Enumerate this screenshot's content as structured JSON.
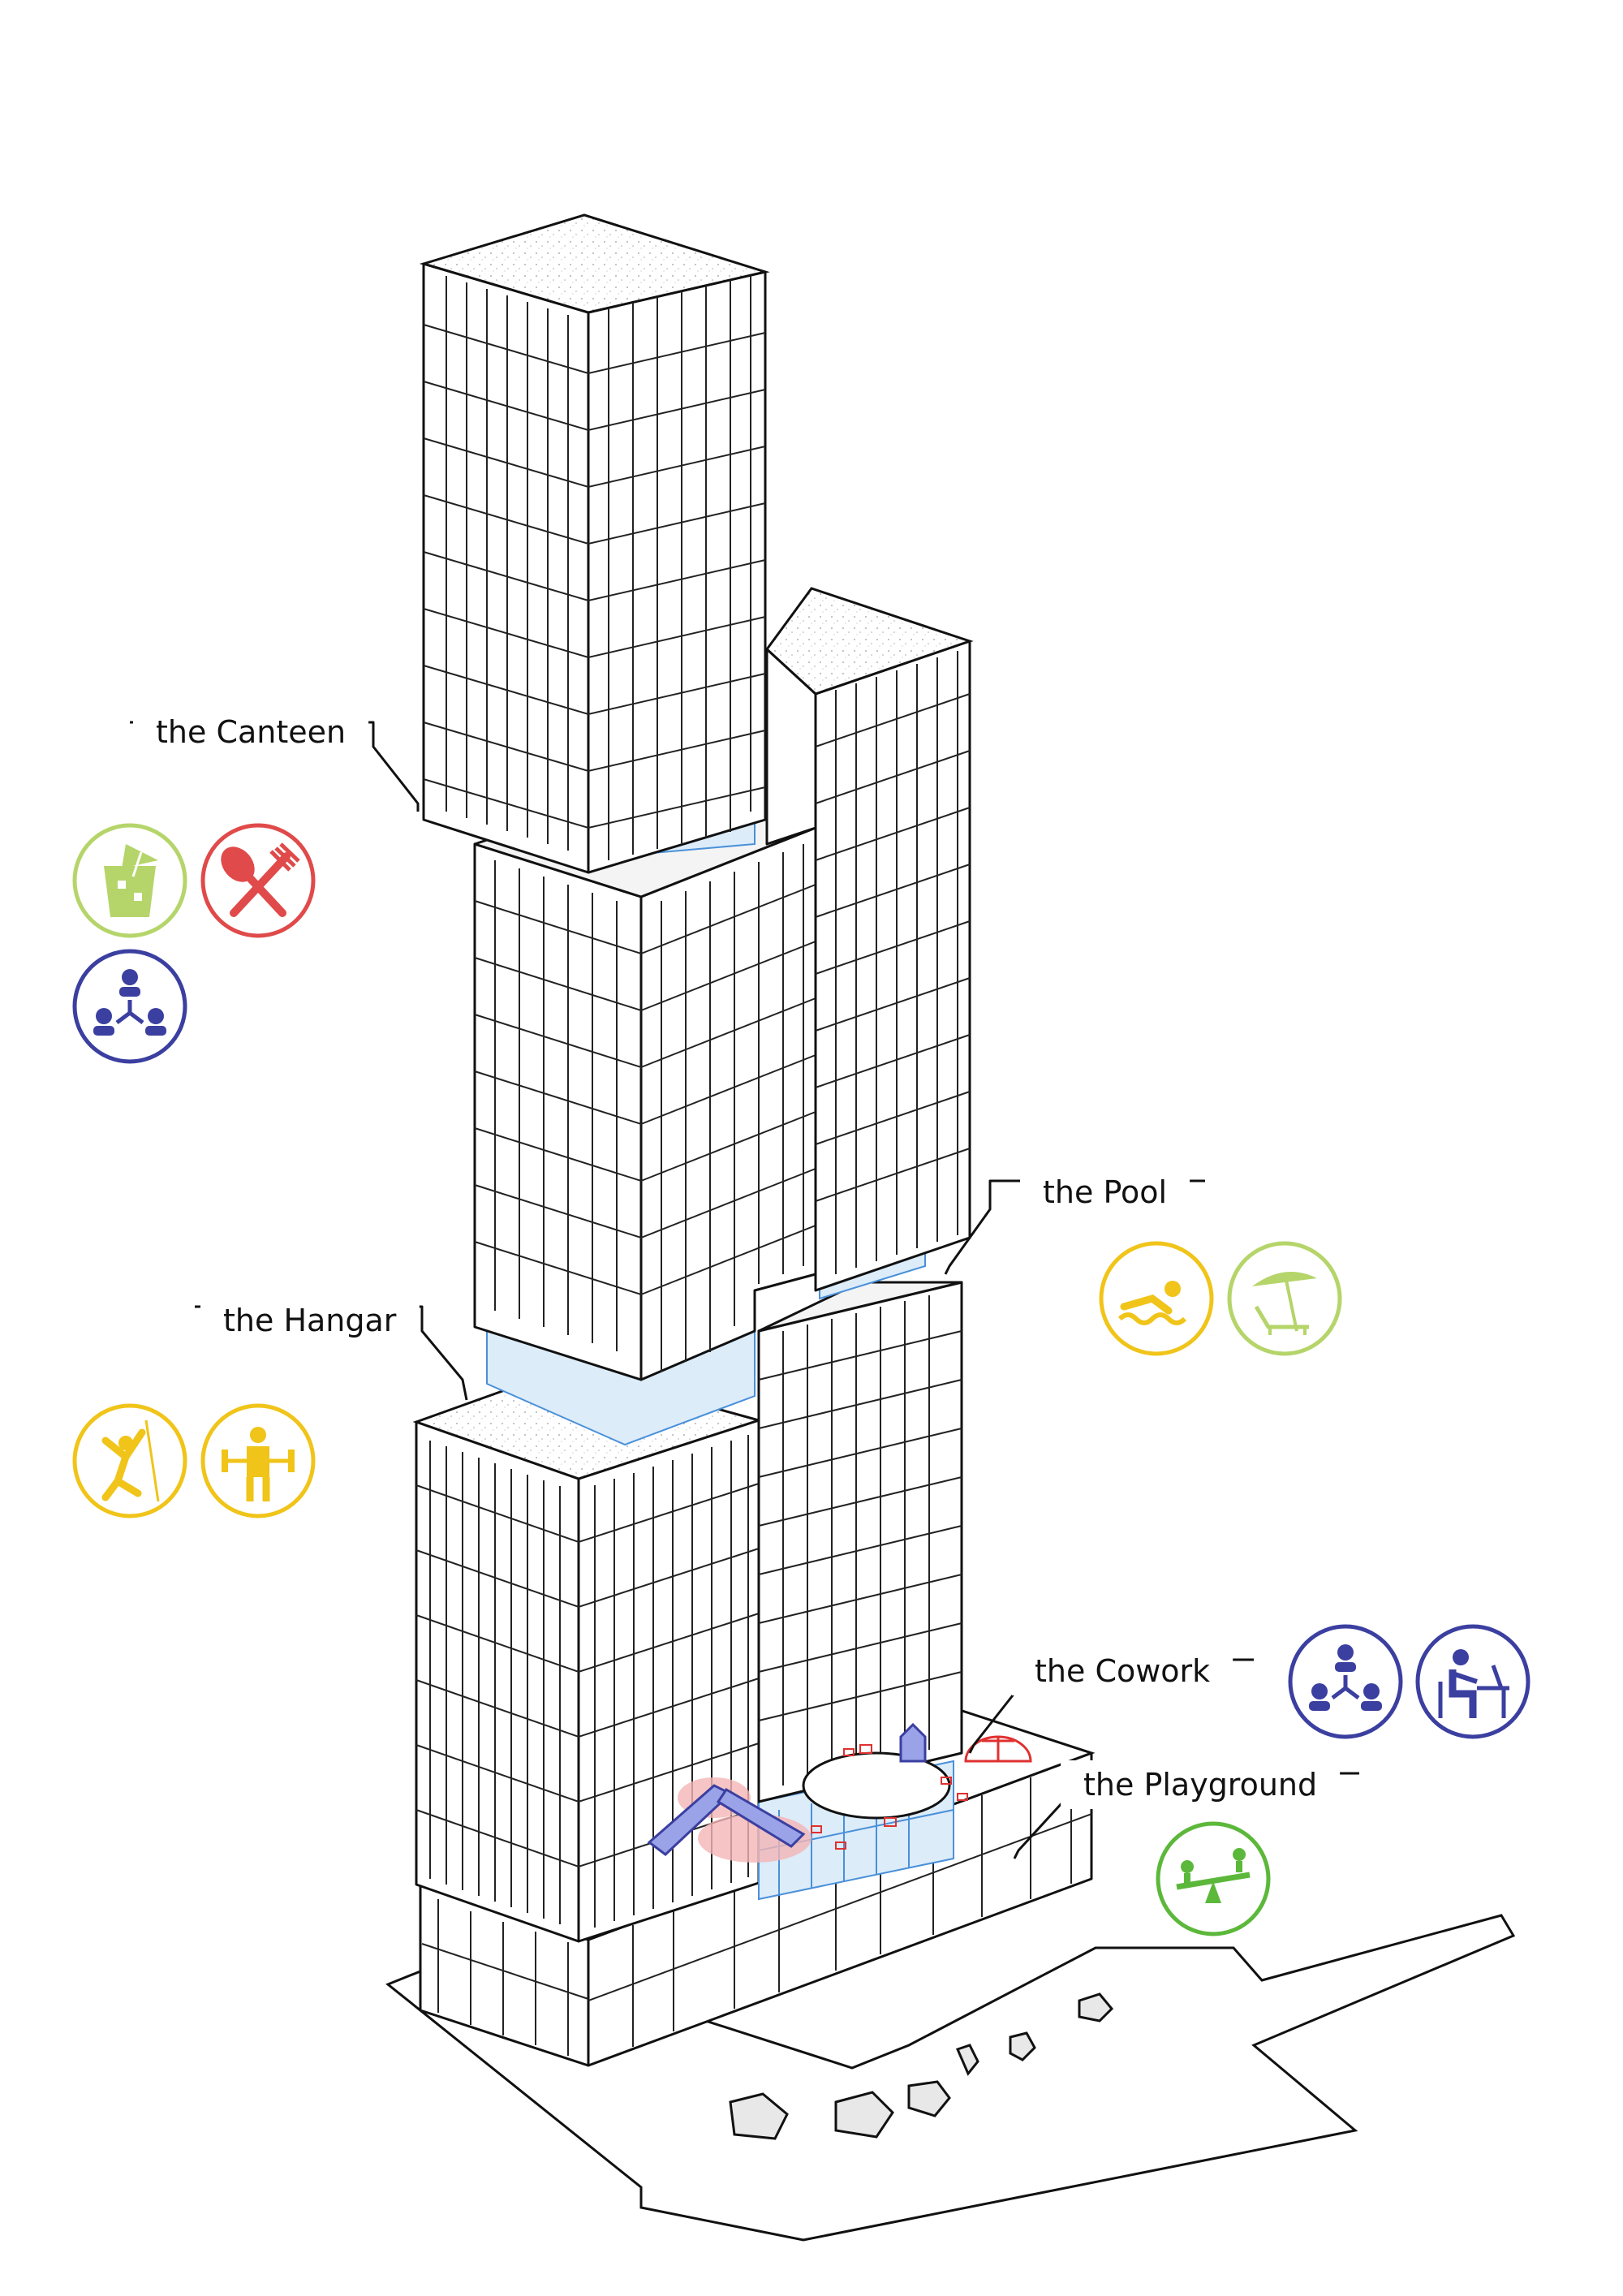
{
  "labels": {
    "canteen": "the Canteen",
    "hangar": "the Hangar",
    "pool": "the Pool",
    "cowork": "the Cowork",
    "playground": "the Playground"
  },
  "icons": [
    {
      "name": "drink-icon",
      "color": "#b5d56a"
    },
    {
      "name": "cutlery-icon",
      "color": "#e04a4a"
    },
    {
      "name": "community-icon",
      "color": "#3b3fa0"
    },
    {
      "name": "climbing-icon",
      "color": "#f0c419"
    },
    {
      "name": "weightlifting-icon",
      "color": "#f0c419"
    },
    {
      "name": "swimming-icon",
      "color": "#f0c419"
    },
    {
      "name": "sunbed-icon",
      "color": "#b5d56a"
    },
    {
      "name": "community-icon",
      "color": "#3b3fa0"
    },
    {
      "name": "desk-work-icon",
      "color": "#3b3fa0"
    },
    {
      "name": "seesaw-icon",
      "color": "#5cb83a"
    }
  ],
  "colors": {
    "outline": "#111111",
    "glass": "#dcecf9",
    "glass_stroke": "#4a90d9",
    "play_red": "#e03030",
    "play_blue": "#5a64c8"
  }
}
